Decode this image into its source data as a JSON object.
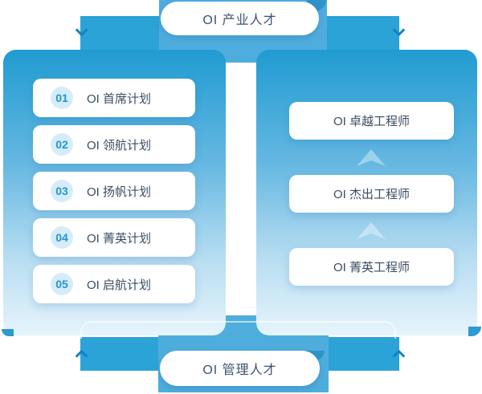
{
  "top_banner": {
    "label": "OI 产业人才"
  },
  "bottom_banner": {
    "label": "OI 管理人才"
  },
  "left_panel": {
    "items": [
      {
        "num": "01",
        "label": "OI 首席计划"
      },
      {
        "num": "02",
        "label": "OI 领航计划"
      },
      {
        "num": "03",
        "label": "OI 扬帆计划"
      },
      {
        "num": "04",
        "label": "OI 菁英计划"
      },
      {
        "num": "05",
        "label": "OI 启航计划"
      }
    ]
  },
  "right_panel": {
    "items": [
      {
        "label": "OI 卓越工程师"
      },
      {
        "label": "OI 杰出工程师"
      },
      {
        "label": "OI 菁英工程师"
      }
    ]
  },
  "colors": {
    "ribbon": "#2ba3d7",
    "block": "#4fadde",
    "panel_top": "#209bd1",
    "panel_bottom": "#e6f4fc",
    "badge_text": "#1e96d4",
    "card_text": "#3a4d61",
    "pill_text": "#3b536e",
    "chevron": "#0f83c3"
  }
}
